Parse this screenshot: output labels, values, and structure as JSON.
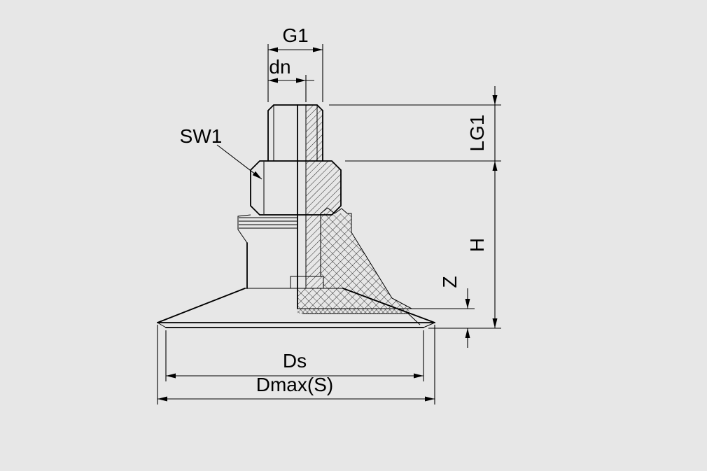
{
  "drawing": {
    "title": "Flat suction cup with male thread fitting - half-section technical drawing",
    "view": "front view / half section",
    "background_color": "#e7e7e7",
    "line_color": "#000000"
  },
  "labels": {
    "g1": "G1",
    "dn": "dn",
    "sw1": "SW1",
    "lg1": "LG1",
    "h": "H",
    "z": "Z",
    "ds": "Ds",
    "dmax": "Dmax(S)"
  }
}
